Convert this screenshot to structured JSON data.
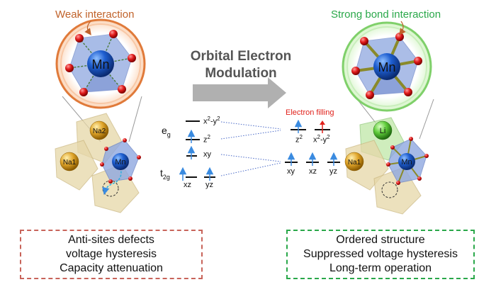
{
  "left_panel": {
    "title": "Weak interaction",
    "metal_label": "Mn",
    "site_labels": [
      "Na2",
      "Na1",
      "Mn"
    ],
    "box_lines": [
      "Anti-sites defects",
      "voltage hysteresis",
      "Capacity attenuation"
    ]
  },
  "center": {
    "title": "Orbital Electron Modulation",
    "eg_label": "e",
    "eg_sub": "g",
    "t2g_label": "t",
    "t2g_sub": "2g",
    "left_orbitals": {
      "x2y2": {
        "base": "x",
        "sup1": "2",
        "mid": "-y",
        "sup2": "2"
      },
      "z2": {
        "base": "z",
        "sup": "2"
      },
      "xy": "xy",
      "xz": "xz",
      "yz": "yz"
    },
    "electron_filling": "Electron  filling",
    "right_orbitals": {
      "z2": {
        "base": "z",
        "sup": "2"
      },
      "x2y2": {
        "base": "x",
        "sup1": "2",
        "mid": "-y",
        "sup2": "2"
      },
      "xy": "xy",
      "xz": "xz",
      "yz": "yz"
    }
  },
  "right_panel": {
    "title": "Strong bond interaction",
    "metal_label": "Mn",
    "site_labels": [
      "Li",
      "Na1",
      "Mn"
    ],
    "box_lines": [
      "Ordered structure",
      "Suppressed voltage hysteresis",
      "Long-term operation"
    ]
  },
  "colors": {
    "left_accent": "#e07a3a",
    "right_accent": "#7fd06a",
    "octahedron": "#8fa8e0",
    "metal_atom": "#1f5fd1",
    "oxygen_atom": "#e01a1a",
    "sodium_atom": "#e0a52a",
    "lithium_atom": "#5fcc3a",
    "arrow_gray": "#b0b0b0",
    "electron_blue": "#3a8be0",
    "electron_red": "#e0201a"
  }
}
